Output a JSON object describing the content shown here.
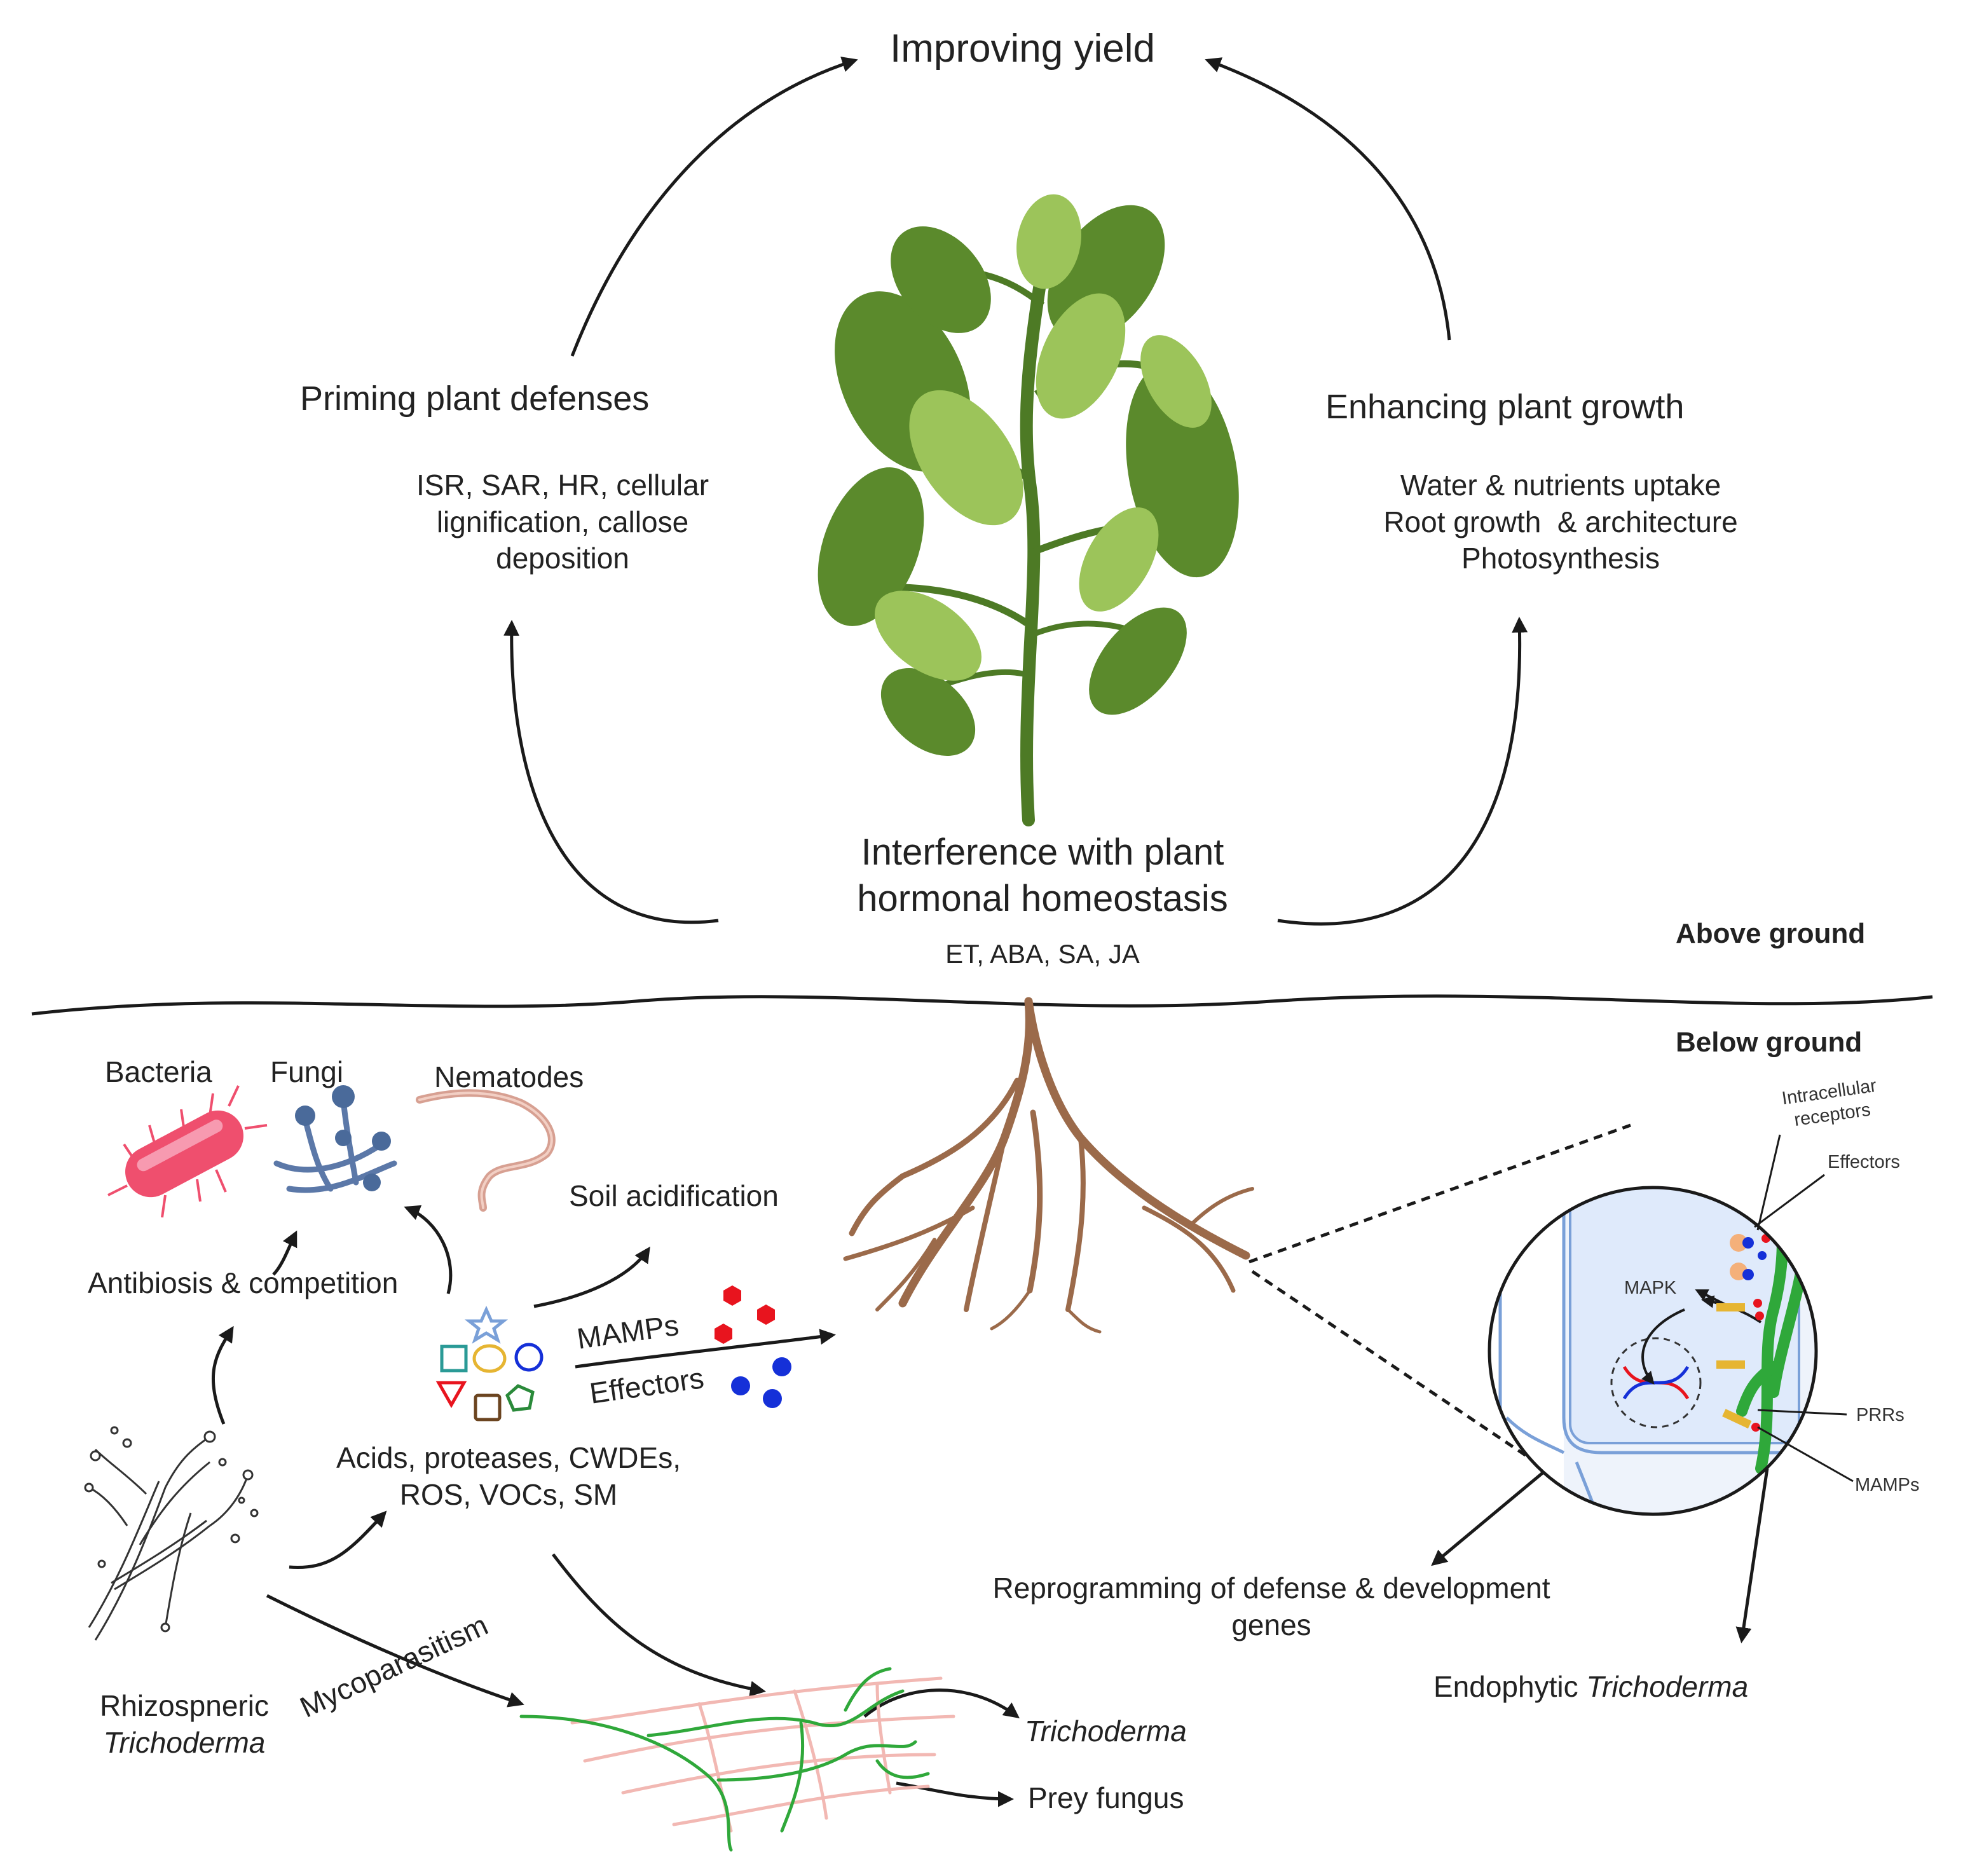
{
  "top": {
    "goal": "Improving yield"
  },
  "left_branch": {
    "title": "Priming plant defenses",
    "details": [
      "ISR, SAR, HR, cellular",
      "lignification, callose",
      "deposition"
    ]
  },
  "right_branch": {
    "title": "Enhancing plant growth",
    "details": [
      "Water & nutrients uptake",
      "Root growth  & architecture",
      "Photosynthesis"
    ]
  },
  "hormonal": {
    "title_line1": "Interference with plant",
    "title_line2": "hormonal homeostasis",
    "hormones": "ET, ABA, SA, JA"
  },
  "zones": {
    "above": "Above ground",
    "below": "Below ground"
  },
  "pathogens": {
    "bacteria": "Bacteria",
    "fungi": "Fungi",
    "nematodes": "Nematodes"
  },
  "mechanisms": {
    "antibiosis": "Antibiosis & competition",
    "soil": "Soil acidification",
    "mamps": "MAMPs",
    "effectors": "Effectors",
    "compounds_line1": "Acids, proteases, CWDEs,",
    "compounds_line2": "ROS, VOCs, SM",
    "mycoparasitism": "Mycoparasitism"
  },
  "rhizo": {
    "line1": "Rhizospneric",
    "line2": "Trichoderma"
  },
  "prey": {
    "trichoderma": "Trichoderma",
    "prey_fungus": "Prey fungus"
  },
  "cell": {
    "intracellular_line1": "Intracellular",
    "intracellular_line2": "receptors",
    "effectors": "Effectors",
    "mapk": "MAPK",
    "prrs": "PRRs",
    "mamps": "MAMPs"
  },
  "reprogramming": {
    "line1": "Reprogramming of defense & development",
    "line2": "genes"
  },
  "endophytic": {
    "prefix": "Endophytic ",
    "name": "Trichoderma"
  },
  "colors": {
    "arrow": "#1a1a1a",
    "leaf_dark": "#5b8a2c",
    "leaf_light": "#9cc45a",
    "stem": "#4d7a25",
    "root": "#9b6a4a",
    "hypha": "#2fa83a",
    "prey_hypha": "#f2b8b3",
    "cell_fill": "#dfeafb",
    "cell_wall": "#7aa0d8",
    "mamp_red": "#e8141e",
    "effector_blue": "#1530d8",
    "prr_yellow": "#e6b532",
    "bacteria": "#ef4f6e",
    "fungi": "#5b78a8",
    "nematode": "#d7a092"
  },
  "icons": [
    "plant-illustration",
    "root-illustration",
    "bacteria-icon",
    "fungi-icon",
    "nematode-icon",
    "molecule-shapes-icon",
    "trichoderma-mycelium-icon",
    "cell-zoom-icon",
    "dna-icon"
  ]
}
